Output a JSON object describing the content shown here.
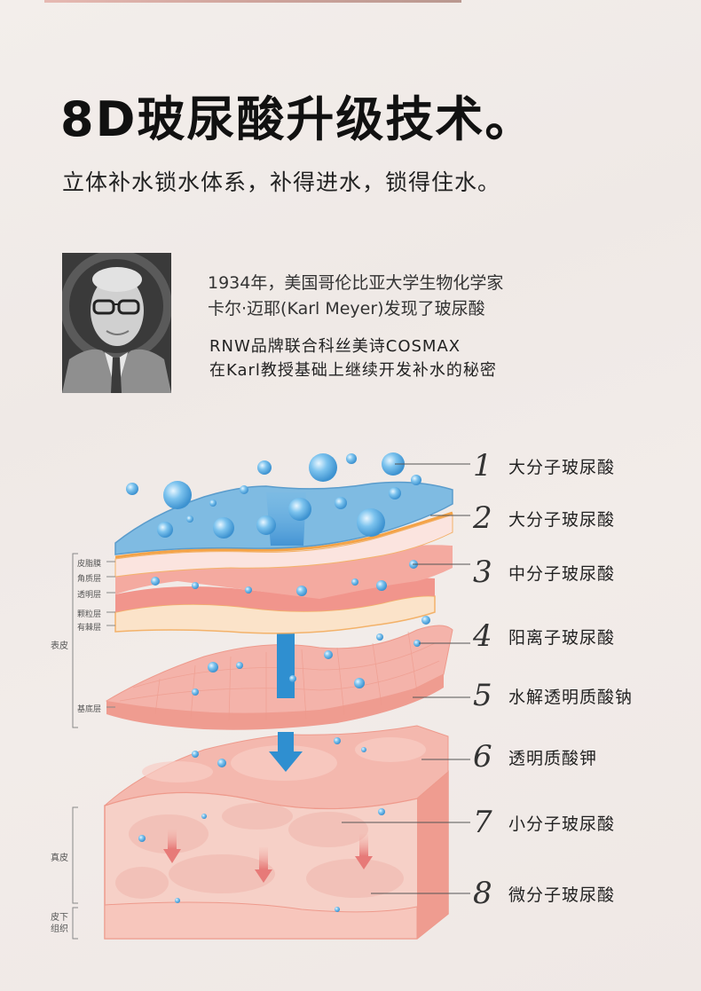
{
  "header": {
    "title": "8D玻尿酸升级技术。",
    "subtitle": "立体补水锁水体系，补得进水，锁得住水。"
  },
  "history": {
    "portrait_alt": "Karl Meyer portrait",
    "lines": [
      "1934年，美国哥伦比亚大学生物化学家",
      "卡尔·迈耶(Karl Meyer)发现了玻尿酸"
    ],
    "brand_lines": [
      "RNW品牌联合科丝美诗COSMAX",
      "在Karl教授基础上继续开发补水的秘密"
    ]
  },
  "diagram": {
    "groups": [
      {
        "label": "表皮"
      },
      {
        "label": "真皮"
      },
      {
        "label": "皮下\n组织"
      }
    ],
    "layers": [
      {
        "label": "皮脂膜"
      },
      {
        "label": "角质层"
      },
      {
        "label": "透明层"
      },
      {
        "label": "颗粒层"
      },
      {
        "label": "有棘层"
      },
      {
        "label": "基底层"
      }
    ],
    "callouts": [
      {
        "num": "1",
        "label": "大分子玻尿酸"
      },
      {
        "num": "2",
        "label": "大分子玻尿酸"
      },
      {
        "num": "3",
        "label": "中分子玻尿酸"
      },
      {
        "num": "4",
        "label": "阳离子玻尿酸"
      },
      {
        "num": "5",
        "label": "水解透明质酸钠"
      },
      {
        "num": "6",
        "label": "透明质酸钾"
      },
      {
        "num": "7",
        "label": "小分子玻尿酸"
      },
      {
        "num": "8",
        "label": "微分子玻尿酸"
      }
    ],
    "colors": {
      "water_blue": "#4aa3dc",
      "sebum_film": "#7fb8e0",
      "skin_pink": "#f2a59c",
      "dermis": "#f7cfc6",
      "arrow_blue": "#2f8fd0",
      "arrow_pink": "#e88080"
    }
  }
}
